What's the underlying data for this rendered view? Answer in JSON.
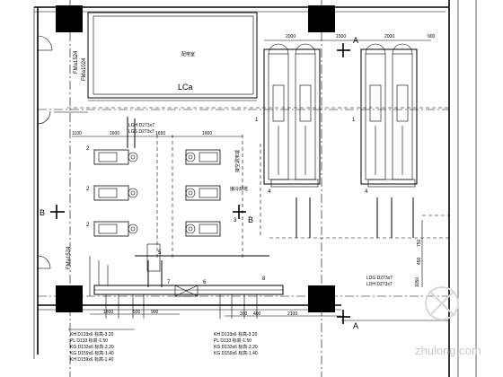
{
  "plan": {
    "door_code_top": "FMa1024",
    "door_code_left_top": "FMa1524",
    "door_code_left_bottom": "FMa1524",
    "room_label": "LCa",
    "room_small_label": "配电室"
  },
  "dimensions": {
    "top_right_1": "2000",
    "top_right_2": "1500",
    "top_right_3": "2000",
    "top_right_4": "900",
    "row_1100": "1100",
    "row_1600a": "1600",
    "row_1650": "1650",
    "row_1600b": "1600",
    "right_750": "750",
    "right_450": "450",
    "right_1050": "1050",
    "bottom_1800": "1800",
    "bottom_500": "500",
    "bottom_900": "900",
    "bottom_300": "300",
    "bottom_400": "400",
    "bottom_2100": "2100"
  },
  "section_marks": {
    "a_top": "A",
    "a_bottom": "A",
    "b_left": "B",
    "b_right": "B"
  },
  "callouts": {
    "unit_1a": "1",
    "unit_1b": "1",
    "pump_2a": "2",
    "pump_2b": "2",
    "pump_2c": "2",
    "pump_3": "3",
    "pump_4": "4",
    "num_4b": "4",
    "num_5": "5",
    "num_6": "6",
    "num_7": "7",
    "num_8": "8"
  },
  "pipe_labels": {
    "lgh": "LGH D273x7",
    "lgs": "LGS D273x7",
    "ldg": "LDG D273x7",
    "ldh": "LDH D273x7",
    "note_right": "接冷却塔",
    "note_left": "接空调末端"
  },
  "legend": [
    "KH D133x6  标高-3.20",
    "PL D133    标高-1.50",
    "KG D133x6  标高-3.20",
    "KG D159x6  标高-1.40",
    "KH D159x6  标高-1.40"
  ],
  "watermark": "zhulong.com"
}
